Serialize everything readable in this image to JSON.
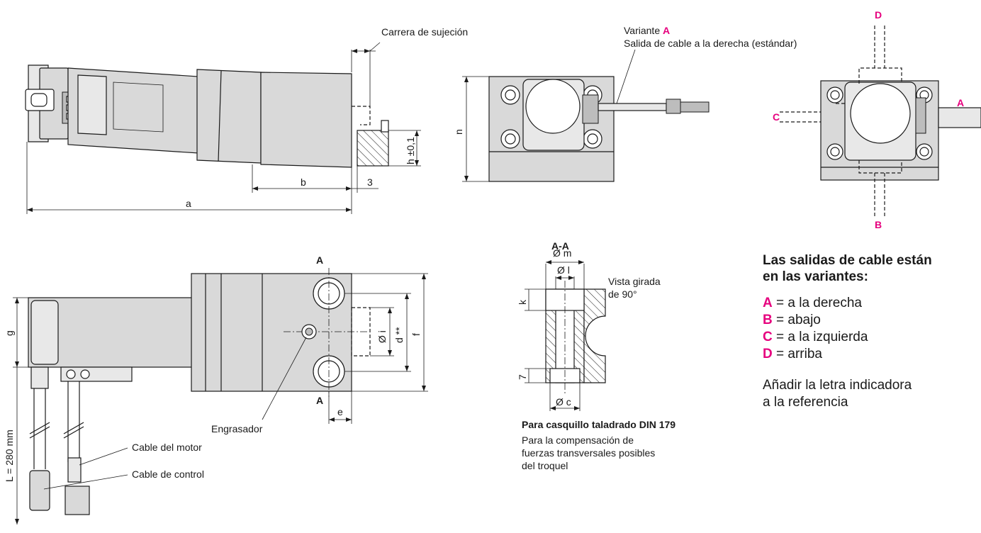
{
  "top_view": {
    "carrera_label": "Carrera de sujeción",
    "dim_a": "a",
    "dim_b": "b",
    "dim_3": "3",
    "dim_h": "h ±0,1"
  },
  "end_view": {
    "variant_prefix": "Variante ",
    "variant_letter": "A",
    "cable_exit_text": "Salida de cable a la derecha (estándar)",
    "dim_n": "n"
  },
  "variants_view": {
    "label_a": "A",
    "label_b": "B",
    "label_c": "C",
    "label_d": "D"
  },
  "side_view": {
    "section_top": "A",
    "section_bottom": "A",
    "dim_g": "g",
    "dim_f": "f",
    "dim_d": "d **",
    "dim_i": "Ø i",
    "dim_e": "e",
    "dim_L": "L = 280 mm",
    "engrasador_label": "Engrasador",
    "motor_cable_label": "Cable del motor",
    "control_cable_label": "Cable de control"
  },
  "section_view": {
    "title": "A-A",
    "dim_m": "Ø m",
    "dim_l": "Ø l",
    "dim_k": "k",
    "dim_7": "7",
    "dim_c": "Ø c",
    "rotated_note_1": "Vista girada",
    "rotated_note_2": "de 90°",
    "bushing_title": "Para casquillo taladrado DIN 179",
    "bushing_desc_1": "Para la compensación de",
    "bushing_desc_2": "fuerzas transversales posibles",
    "bushing_desc_3": "del troquel"
  },
  "legend": {
    "title_1": "Las salidas de cable están",
    "title_2": "en las variantes:",
    "items": [
      {
        "key": "A",
        "text": " = a la derecha"
      },
      {
        "key": "B",
        "text": " = abajo"
      },
      {
        "key": "C",
        "text": " = a la izquierda"
      },
      {
        "key": "D",
        "text": " = arriba"
      }
    ],
    "note_1": "Añadir la letra indicadora",
    "note_2": "a la referencia"
  },
  "colors": {
    "accent": "#e6007e",
    "line": "#1a1a1a",
    "body_fill": "#d9d9d9"
  }
}
